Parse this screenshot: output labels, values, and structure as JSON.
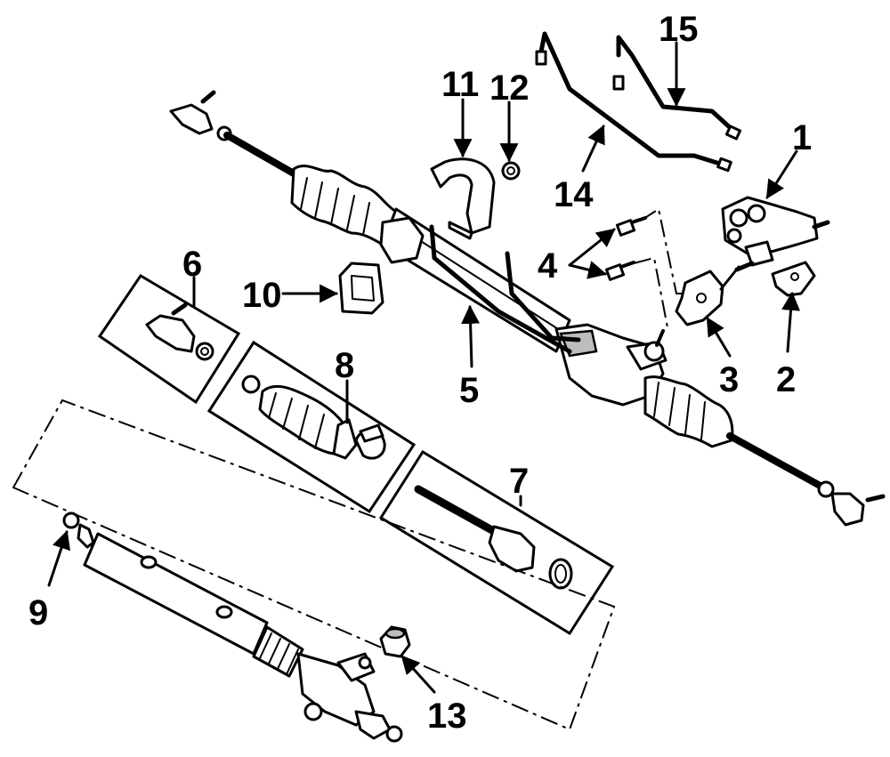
{
  "diagram": {
    "background": "#ffffff",
    "ink": "#000000",
    "callouts": [
      "1",
      "2",
      "3",
      "4",
      "5",
      "6",
      "7",
      "8",
      "9",
      "10",
      "11",
      "12",
      "13",
      "14",
      "15"
    ]
  }
}
